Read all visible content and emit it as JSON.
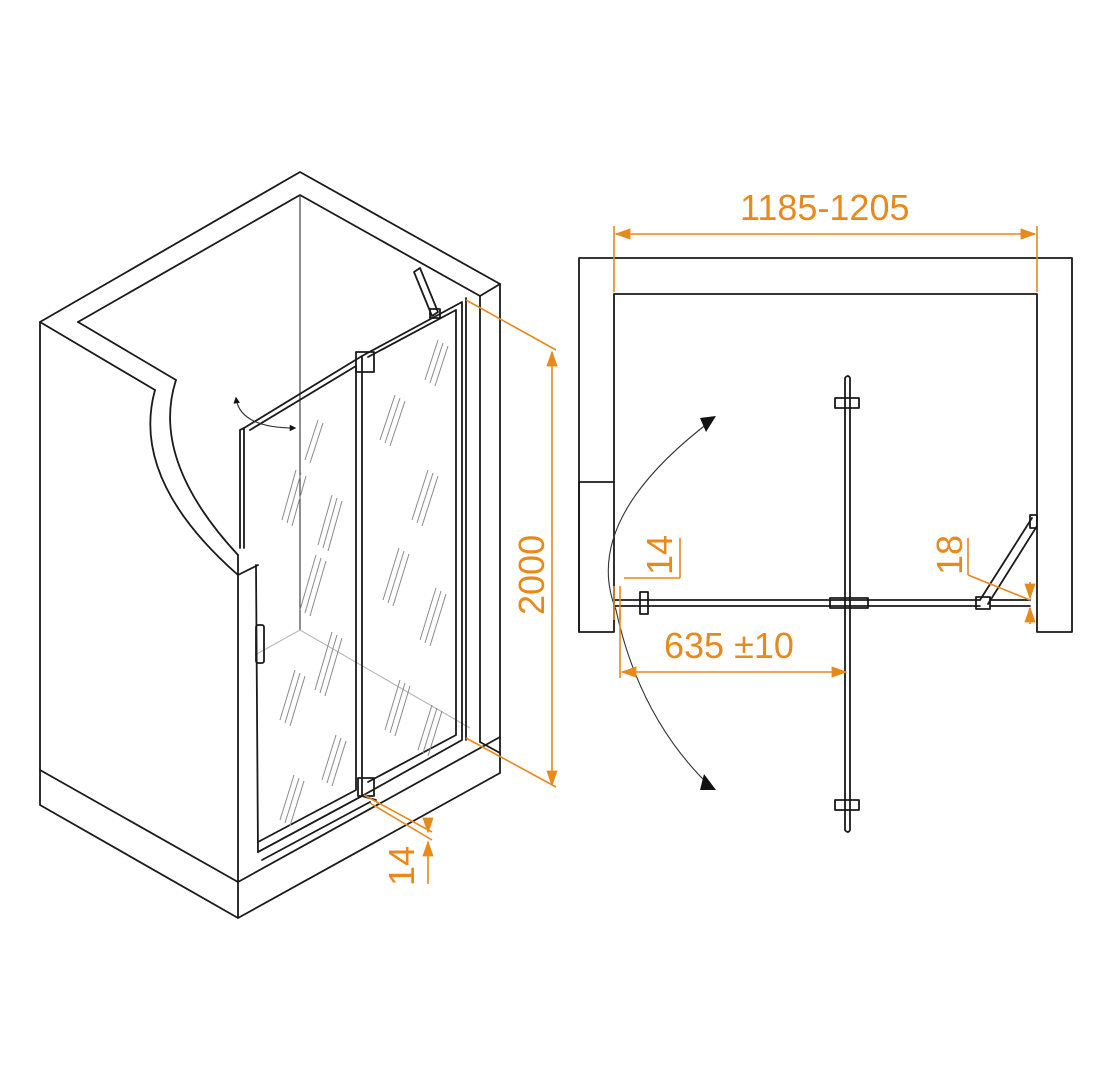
{
  "dimensions": {
    "width_range": "1185-1205",
    "height": "2000",
    "door_opening": "635 ±10",
    "profile_left": "14",
    "profile_right": "18",
    "threshold": "14"
  },
  "colors": {
    "dimension": "#E8891C",
    "outline": "#1a1a1a"
  }
}
